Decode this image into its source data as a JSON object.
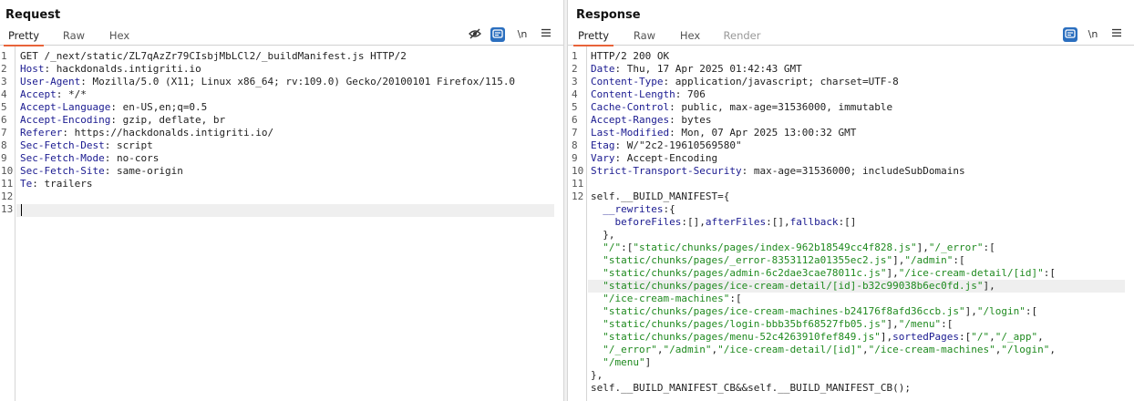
{
  "request": {
    "title": "Request",
    "tabs": [
      "Pretty",
      "Raw",
      "Hex"
    ],
    "lines": [
      {
        "n": "1",
        "parts": [
          [
            "p",
            "GET /_next/static/ZL7qAzZr79CIsbjMbLCl2/_buildManifest.js HTTP/2"
          ]
        ]
      },
      {
        "n": "2",
        "parts": [
          [
            "k",
            "Host"
          ],
          [
            "p",
            ": hackdonalds.intigriti.io"
          ]
        ]
      },
      {
        "n": "3",
        "parts": [
          [
            "k",
            "User-Agent"
          ],
          [
            "p",
            ": Mozilla/5.0 (X11; Linux x86_64; rv:109.0) Gecko/20100101 Firefox/115.0"
          ]
        ]
      },
      {
        "n": "4",
        "parts": [
          [
            "k",
            "Accept"
          ],
          [
            "p",
            ": */*"
          ]
        ]
      },
      {
        "n": "5",
        "parts": [
          [
            "k",
            "Accept-Language"
          ],
          [
            "p",
            ": en-US,en;q=0.5"
          ]
        ]
      },
      {
        "n": "6",
        "parts": [
          [
            "k",
            "Accept-Encoding"
          ],
          [
            "p",
            ": gzip, deflate, br"
          ]
        ]
      },
      {
        "n": "7",
        "parts": [
          [
            "k",
            "Referer"
          ],
          [
            "p",
            ": https://hackdonalds.intigriti.io/"
          ]
        ]
      },
      {
        "n": "8",
        "parts": [
          [
            "k",
            "Sec-Fetch-Dest"
          ],
          [
            "p",
            ": script"
          ]
        ]
      },
      {
        "n": "9",
        "parts": [
          [
            "k",
            "Sec-Fetch-Mode"
          ],
          [
            "p",
            ": no-cors"
          ]
        ]
      },
      {
        "n": "10",
        "parts": [
          [
            "k",
            "Sec-Fetch-Site"
          ],
          [
            "p",
            ": same-origin"
          ]
        ]
      },
      {
        "n": "11",
        "parts": [
          [
            "k",
            "Te"
          ],
          [
            "p",
            ": trailers"
          ]
        ]
      },
      {
        "n": "12",
        "parts": []
      },
      {
        "n": "13",
        "parts": []
      }
    ]
  },
  "response": {
    "title": "Response",
    "tabs": [
      "Pretty",
      "Raw",
      "Hex",
      "Render"
    ],
    "lines": [
      {
        "n": "1",
        "parts": [
          [
            "p",
            "HTTP/2 200 OK"
          ]
        ]
      },
      {
        "n": "2",
        "parts": [
          [
            "k",
            "Date"
          ],
          [
            "p",
            ": Thu, 17 Apr 2025 01:42:43 GMT"
          ]
        ]
      },
      {
        "n": "3",
        "parts": [
          [
            "k",
            "Content-Type"
          ],
          [
            "p",
            ": application/javascript; charset=UTF-8"
          ]
        ]
      },
      {
        "n": "4",
        "parts": [
          [
            "k",
            "Content-Length"
          ],
          [
            "p",
            ": 706"
          ]
        ]
      },
      {
        "n": "5",
        "parts": [
          [
            "k",
            "Cache-Control"
          ],
          [
            "p",
            ": public, max-age=31536000, immutable"
          ]
        ]
      },
      {
        "n": "6",
        "parts": [
          [
            "k",
            "Accept-Ranges"
          ],
          [
            "p",
            ": bytes"
          ]
        ]
      },
      {
        "n": "7",
        "parts": [
          [
            "k",
            "Last-Modified"
          ],
          [
            "p",
            ": Mon, 07 Apr 2025 13:00:32 GMT"
          ]
        ]
      },
      {
        "n": "8",
        "parts": [
          [
            "k",
            "Etag"
          ],
          [
            "p",
            ": W/\"2c2-19610569580\""
          ]
        ]
      },
      {
        "n": "9",
        "parts": [
          [
            "k",
            "Vary"
          ],
          [
            "p",
            ": Accept-Encoding"
          ]
        ]
      },
      {
        "n": "10",
        "parts": [
          [
            "k",
            "Strict-Transport-Security"
          ],
          [
            "p",
            ": max-age=31536000; includeSubDomains"
          ]
        ]
      },
      {
        "n": "11",
        "parts": []
      },
      {
        "n": "12",
        "parts": [
          [
            "p",
            "self.__BUILD_MANIFEST={"
          ]
        ]
      },
      {
        "n": "",
        "parts": [
          [
            "k",
            "  __rewrites"
          ],
          [
            "p",
            ":{"
          ]
        ]
      },
      {
        "n": "",
        "parts": [
          [
            "k",
            "    beforeFiles"
          ],
          [
            "p",
            ":[],"
          ],
          [
            "k",
            "afterFiles"
          ],
          [
            "p",
            ":[],"
          ],
          [
            "k",
            "fallback"
          ],
          [
            "p",
            ":[]"
          ]
        ]
      },
      {
        "n": "",
        "parts": [
          [
            "p",
            "  },"
          ]
        ]
      },
      {
        "n": "",
        "parts": [
          [
            "s",
            "  \"/\""
          ],
          [
            "p",
            ":["
          ],
          [
            "s",
            "\"static/chunks/pages/index-962b18549cc4f828.js\""
          ],
          [
            "p",
            "],"
          ],
          [
            "s",
            "\"/_error\""
          ],
          [
            "p",
            ":["
          ]
        ]
      },
      {
        "n": "",
        "parts": [
          [
            "s",
            "  \"static/chunks/pages/_error-8353112a01355ec2.js\""
          ],
          [
            "p",
            "],"
          ],
          [
            "s",
            "\"/admin\""
          ],
          [
            "p",
            ":["
          ]
        ]
      },
      {
        "n": "",
        "parts": [
          [
            "s",
            "  \"static/chunks/pages/admin-6c2dae3cae78011c.js\""
          ],
          [
            "p",
            "],"
          ],
          [
            "s",
            "\"/ice-cream-detail/[id]\""
          ],
          [
            "p",
            ":["
          ]
        ]
      },
      {
        "n": "",
        "parts": [
          [
            "s",
            "  \"static/chunks/pages/ice-cream-detail/[id]-b32c99038b6ec0fd.js\""
          ],
          [
            "p",
            "],"
          ]
        ]
      },
      {
        "n": "",
        "parts": [
          [
            "s",
            "  \"/ice-cream-machines\""
          ],
          [
            "p",
            ":["
          ]
        ]
      },
      {
        "n": "",
        "parts": [
          [
            "s",
            "  \"static/chunks/pages/ice-cream-machines-b24176f8afd36ccb.js\""
          ],
          [
            "p",
            "],"
          ],
          [
            "s",
            "\"/login\""
          ],
          [
            "p",
            ":["
          ]
        ]
      },
      {
        "n": "",
        "parts": [
          [
            "s",
            "  \"static/chunks/pages/login-bbb35bf68527fb05.js\""
          ],
          [
            "p",
            "],"
          ],
          [
            "s",
            "\"/menu\""
          ],
          [
            "p",
            ":["
          ]
        ]
      },
      {
        "n": "",
        "parts": [
          [
            "s",
            "  \"static/chunks/pages/menu-52c4263910fef849.js\""
          ],
          [
            "p",
            "],"
          ],
          [
            "k",
            "sortedPages"
          ],
          [
            "p",
            ":["
          ],
          [
            "s",
            "\"/\""
          ],
          [
            "p",
            ","
          ],
          [
            "s",
            "\"/_app\""
          ],
          [
            "p",
            ","
          ]
        ]
      },
      {
        "n": "",
        "parts": [
          [
            "s",
            "  \"/_error\""
          ],
          [
            "p",
            ","
          ],
          [
            "s",
            "\"/admin\""
          ],
          [
            "p",
            ","
          ],
          [
            "s",
            "\"/ice-cream-detail/[id]\""
          ],
          [
            "p",
            ","
          ],
          [
            "s",
            "\"/ice-cream-machines\""
          ],
          [
            "p",
            ","
          ],
          [
            "s",
            "\"/login\""
          ],
          [
            "p",
            ","
          ]
        ]
      },
      {
        "n": "",
        "parts": [
          [
            "s",
            "  \"/menu\""
          ],
          [
            "p",
            "]"
          ]
        ]
      },
      {
        "n": "",
        "parts": [
          [
            "p",
            "},"
          ]
        ]
      },
      {
        "n": "",
        "parts": [
          [
            "p",
            "self.__BUILD_MANIFEST_CB&&self.__BUILD_MANIFEST_CB();"
          ]
        ]
      }
    ]
  },
  "icons": {
    "hide": "eye-off-icon",
    "wrap": "message-icon",
    "newline": "\\n",
    "menu": "hamburger-icon"
  },
  "colors": {
    "accent": "#e8633a",
    "selected": "#2b6fbf",
    "key": "#1a1a90",
    "string": "#1f8a1f"
  }
}
